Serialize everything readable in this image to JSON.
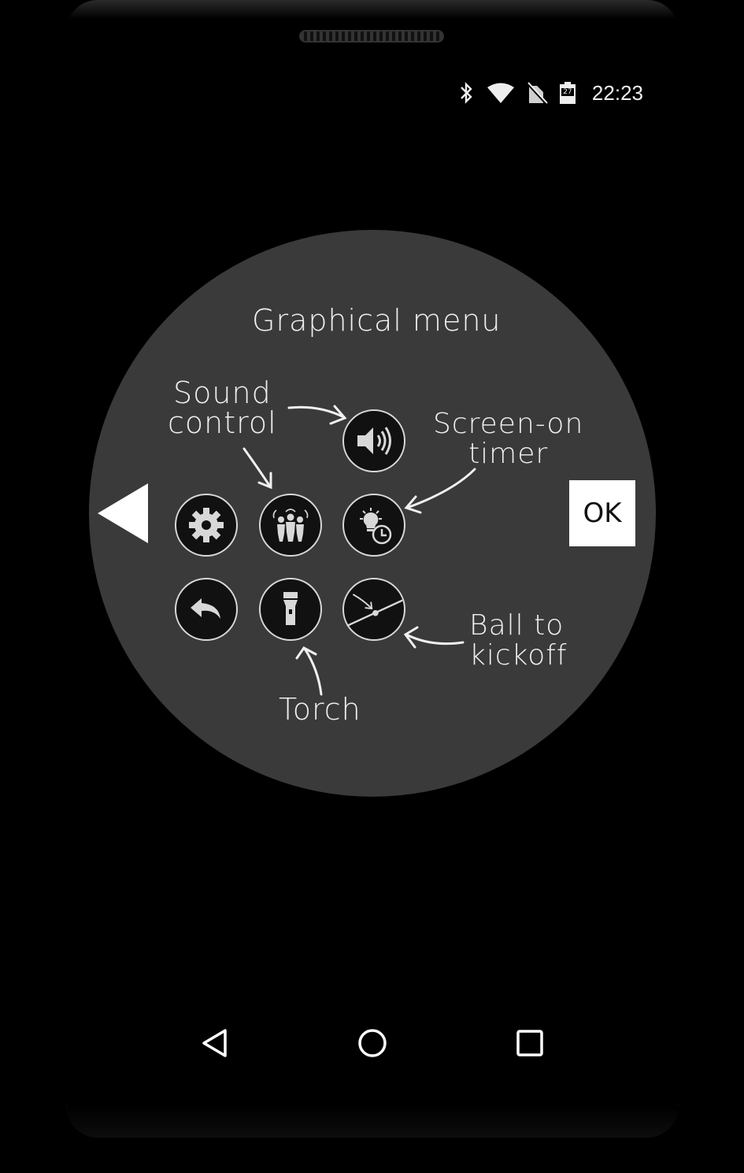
{
  "status_bar": {
    "battery_level": "27",
    "time": "22:23",
    "icons": [
      "bluetooth-icon",
      "wifi-icon",
      "no-sim-icon",
      "battery-icon"
    ]
  },
  "menu": {
    "title": "Graphical menu",
    "ok_label": "OK",
    "annotations": {
      "sound_line1": "Sound",
      "sound_line2": "control",
      "screen_line1": "Screen-on",
      "screen_line2": "timer",
      "ball_line1": "Ball to",
      "ball_line2": "kickoff",
      "torch": "Torch"
    },
    "buttons": [
      "sound-icon",
      "gear-icon",
      "crowd-icon",
      "screen-timer-icon",
      "undo-icon",
      "torch-icon",
      "ball-kickoff-icon"
    ]
  },
  "navigation": {
    "buttons": [
      "back-icon",
      "home-icon",
      "recents-icon"
    ]
  },
  "colors": {
    "background": "#000000",
    "menu_circle": "#3a3a3a",
    "icon_fill": "#111111",
    "icon_stroke": "#d8d8d8"
  }
}
